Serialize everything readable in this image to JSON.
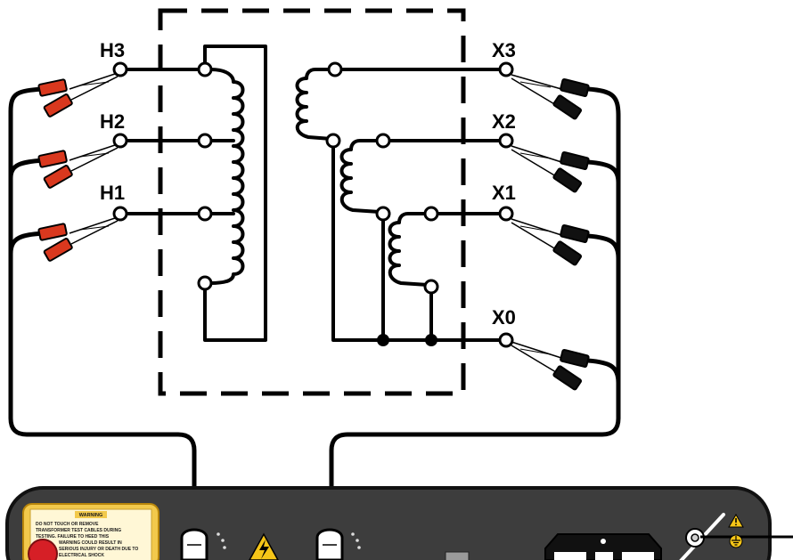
{
  "diagram": {
    "terminals": {
      "h3": "H3",
      "h2": "H2",
      "h1": "H1",
      "x3": "X3",
      "x2": "X2",
      "x1": "X1",
      "x0": "X0"
    },
    "warning_label": {
      "title": "WARNING",
      "lines": [
        "DO NOT TOUCH OR REMOVE",
        "TRANSFORMER TEST CABLES DURING",
        "TESTING. FAILURE TO HEED THIS",
        "WARNING COULD RESULT IN",
        "SERIOUS INJURY OR DEATH DUE TO",
        "ELECTRICAL SHOCK"
      ]
    },
    "colors": {
      "high_voltage_clip": "#d9381e",
      "low_voltage_clip": "#111111",
      "instrument_panel": "#3d3d3d",
      "warning_label": "#f2c94c",
      "hazard_symbol": "#f5c518"
    }
  }
}
